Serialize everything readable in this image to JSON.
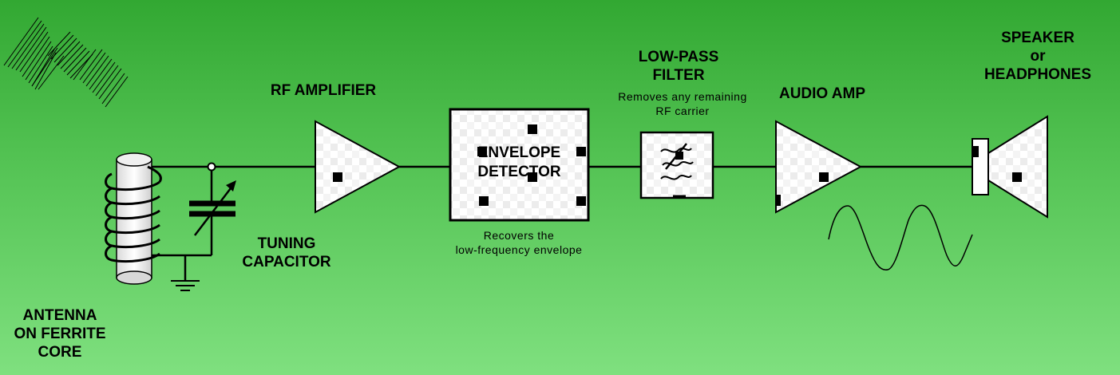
{
  "labels": {
    "antenna_line1": "ANTENNA",
    "antenna_line2": "ON FERRITE",
    "antenna_line3": "CORE",
    "tuning_line1": "TUNING",
    "tuning_line2": "CAPACITOR",
    "rf_amplifier": "RF AMPLIFIER",
    "envelope_line1": "ENVELOPE",
    "envelope_line2": "DETECTOR",
    "envelope_caption_line1": "Recovers the",
    "envelope_caption_line2": "low-frequency envelope",
    "lowpass_line1": "LOW-PASS",
    "lowpass_line2": "FILTER",
    "lowpass_caption_line1": "Removes any remaining",
    "lowpass_caption_line2": "RF carrier",
    "audio_amp": "AUDIO AMP",
    "speaker_line1": "SPEAKER",
    "speaker_line2": "or",
    "speaker_line3": "HEADPHONES"
  },
  "colors": {
    "background_top": "#32a832",
    "background_bottom": "#7fe07f",
    "block_fill": "#ffffff",
    "stroke": "#000000"
  }
}
